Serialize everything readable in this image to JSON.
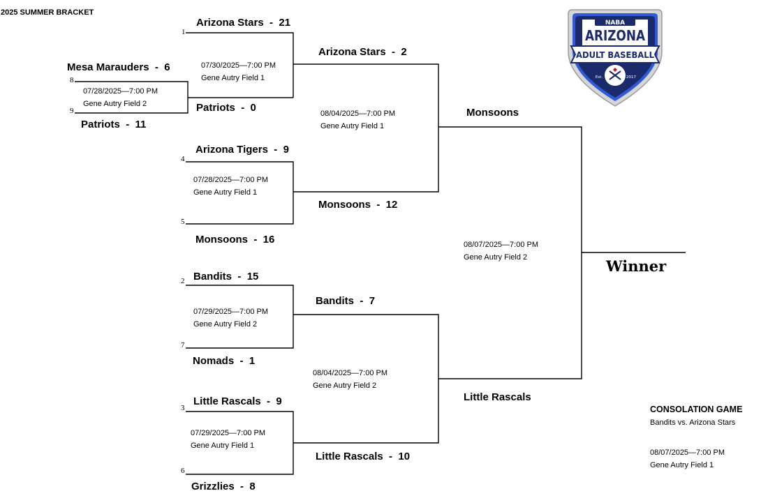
{
  "bracket_title": "2025 SUMMER BRACKET",
  "play_in": {
    "top": {
      "name": "Mesa Marauders",
      "score": "6",
      "seed": "8"
    },
    "bottom": {
      "name": "Patriots",
      "score": "11",
      "seed": "9"
    },
    "date": "07/28/2025—7:00 PM",
    "field": "Gene Autry Field 2"
  },
  "round1": [
    {
      "top": {
        "name": "Arizona Stars",
        "score": "21",
        "seed": "1"
      },
      "bottom": {
        "name": "Patriots",
        "score": "0",
        "seed": ""
      },
      "date": "07/30/2025—7:00 PM",
      "field": "Gene Autry Field 1"
    },
    {
      "top": {
        "name": "Arizona Tigers",
        "score": "9",
        "seed": "4"
      },
      "bottom": {
        "name": "Monsoons",
        "score": "16",
        "seed": "5"
      },
      "date": "07/28/2025—7:00 PM",
      "field": "Gene Autry Field 1"
    },
    {
      "top": {
        "name": "Bandits",
        "score": "15",
        "seed": "2"
      },
      "bottom": {
        "name": "Nomads",
        "score": "1",
        "seed": "7"
      },
      "date": "07/29/2025—7:00 PM",
      "field": "Gene Autry Field 2"
    },
    {
      "top": {
        "name": "Little Rascals",
        "score": "9",
        "seed": "3"
      },
      "bottom": {
        "name": "Grizzlies",
        "score": "8",
        "seed": "6"
      },
      "date": "07/29/2025—7:00 PM",
      "field": "Gene Autry Field 1"
    }
  ],
  "semifinals": [
    {
      "top": {
        "name": "Arizona Stars",
        "score": "2"
      },
      "bottom": {
        "name": "Monsoons",
        "score": "12"
      },
      "date": "08/04/2025—7:00 PM",
      "field": "Gene Autry Field 1"
    },
    {
      "top": {
        "name": "Bandits",
        "score": "7"
      },
      "bottom": {
        "name": "Little Rascals",
        "score": "10"
      },
      "date": "08/04/2025—7:00 PM",
      "field": "Gene Autry Field 2"
    }
  ],
  "final": {
    "top": {
      "name": "Monsoons"
    },
    "bottom": {
      "name": "Little Rascals"
    },
    "date": "08/07/2025—7:00 PM",
    "field": "Gene Autry Field 2"
  },
  "winner_label": "Winner",
  "consolation": {
    "title": "CONSOLATION GAME",
    "matchup": "Bandits vs. Arizona Stars",
    "date": "08/07/2025—7:00 PM",
    "field": "Gene Autry Field 1"
  },
  "logo": {
    "top_text": "NABA",
    "main_text": "ARIZONA",
    "banner_text": "ADULT BASEBALL",
    "est_text": "Est.",
    "year_text": "2017",
    "colors": {
      "navy": "#1b2a6b",
      "blue": "#2f5bd8",
      "silver": "#d6d6d6",
      "red": "#c8102e"
    }
  }
}
